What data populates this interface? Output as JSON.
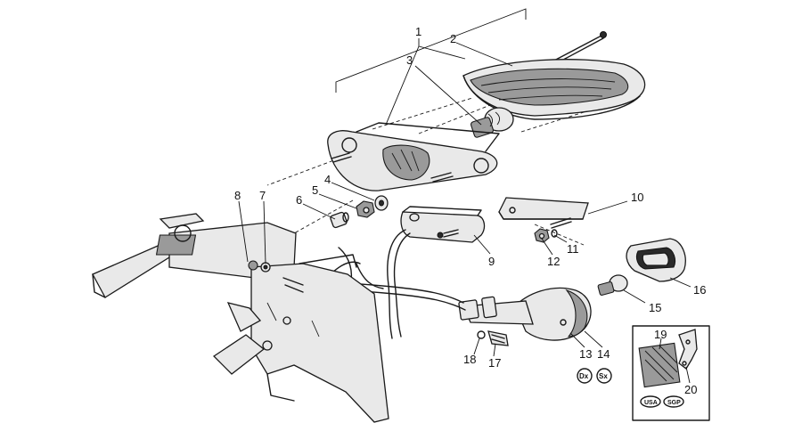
{
  "labels": {
    "l1": "1",
    "l2": "2",
    "l3": "3",
    "l4": "4",
    "l5": "5",
    "l6": "6",
    "l7": "7",
    "l8": "8",
    "l9": "9",
    "l10": "10",
    "l11": "11",
    "l12": "12",
    "l13": "13",
    "l14": "14",
    "l15": "15",
    "l16": "16",
    "l17": "17",
    "l18": "18",
    "l19": "19",
    "l20": "20"
  },
  "badges": {
    "dx": "Dx",
    "sx": "Sx",
    "usa": "USA",
    "sgp": "SGP"
  }
}
